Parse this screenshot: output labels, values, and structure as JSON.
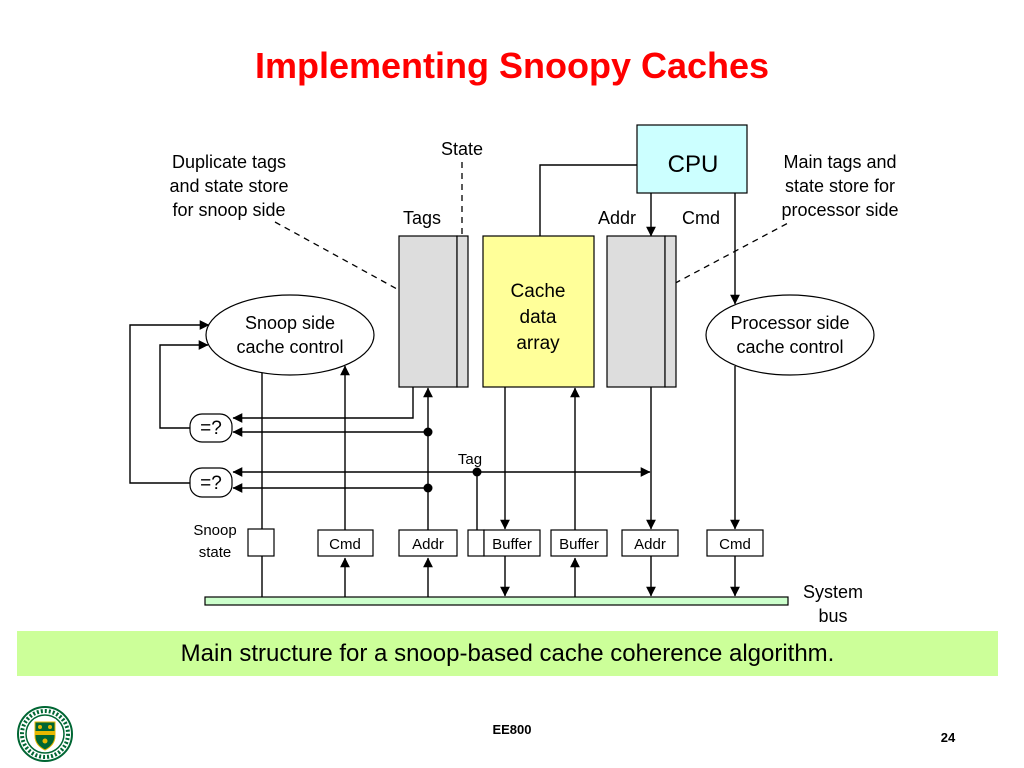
{
  "slide": {
    "title": "Implementing Snoopy Caches",
    "caption": "Main structure for a snoop-based cache coherence algorithm.",
    "footer_course": "EE800",
    "page_number": "24",
    "logo_text": "UNIVERSITY OF SASKATCHEWAN"
  },
  "diagram": {
    "cpu": "CPU",
    "state_label": "State",
    "tags_label": "Tags",
    "addr_label": "Addr",
    "cmd_label": "Cmd",
    "duplicate_tags_note": [
      "Duplicate tags",
      "and state store",
      "for snoop side"
    ],
    "main_tags_note": [
      "Main tags and",
      "state store for",
      "processor side"
    ],
    "cache_data_array": [
      "Cache",
      "data",
      "array"
    ],
    "snoop_controller": [
      "Snoop side",
      "cache control"
    ],
    "processor_controller": [
      "Processor side",
      "cache control"
    ],
    "comparators": [
      "=?",
      "=?"
    ],
    "tag_label": "Tag",
    "snoop_state_label": [
      "Snoop",
      "state"
    ],
    "bus_boxes": [
      "Cmd",
      "Addr",
      "Buffer",
      "Buffer",
      "Addr",
      "Cmd"
    ],
    "system_bus_label": [
      "System",
      "bus"
    ]
  },
  "colors": {
    "title": "#FF0000",
    "cpu_fill": "#CCFFFF",
    "cache_fill": "#FFFF99",
    "tag_store_fill": "#DDDDDD",
    "bus_fill": "#CCFFCC",
    "caption_band": "#CCFF99",
    "logo_green": "#006633",
    "logo_gold": "#E8B800"
  }
}
